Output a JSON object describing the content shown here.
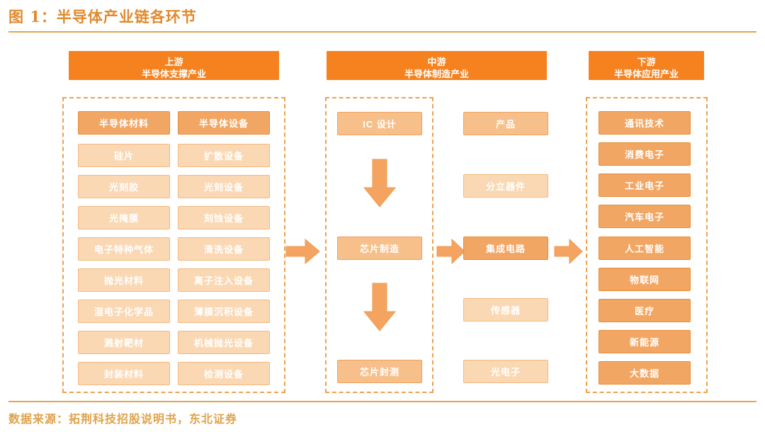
{
  "figure": {
    "title": "图 1：半导体产业链各环节",
    "source": "数据来源：拓荆科技招股说明书，东北证券"
  },
  "colors": {
    "accent": "#F5821F",
    "title_text": "#E08A2E",
    "rule": "#E8A34B",
    "node_dark": "#F2A663",
    "node_mid": "#F7BF8A",
    "node_light": "#FBD8B4",
    "dashed_border": "#F0A04B",
    "arrow": "#F4A460"
  },
  "sections": {
    "upstream": {
      "header_title": "上游",
      "header_subtitle": "半导体支撑产业",
      "columns": [
        {
          "name": "materials",
          "header": "半导体材料",
          "items": [
            "硅片",
            "光刻胶",
            "光掩膜",
            "电子特种气体",
            "抛光材料",
            "湿电子化学品",
            "溅射靶材",
            "封装材料"
          ]
        },
        {
          "name": "equipment",
          "header": "半导体设备",
          "items": [
            "扩散设备",
            "光刻设备",
            "刻蚀设备",
            "清洗设备",
            "离子注入设备",
            "薄膜沉积设备",
            "机械抛光设备",
            "检测设备"
          ]
        }
      ]
    },
    "midstream": {
      "header_title": "中游",
      "header_subtitle": "半导体制造产业",
      "process": [
        "IC 设计",
        "芯片制造",
        "芯片封测"
      ],
      "products_header": "产品",
      "products": [
        "分立器件",
        "集成电路",
        "传感器",
        "光电子"
      ]
    },
    "downstream": {
      "header_title": "下游",
      "header_subtitle": "半导体应用产业",
      "items": [
        "通讯技术",
        "消费电子",
        "工业电子",
        "汽车电子",
        "人工智能",
        "物联网",
        "医疗",
        "新能源",
        "大数据"
      ]
    }
  },
  "arrows": {
    "upstream_to_midstream": "arrow-right-icon",
    "midstream_process_to_products": "arrow-right-icon",
    "midstream_to_downstream": "arrow-right-icon",
    "design_to_fab": "arrow-down-icon",
    "fab_to_package": "arrow-down-icon"
  }
}
